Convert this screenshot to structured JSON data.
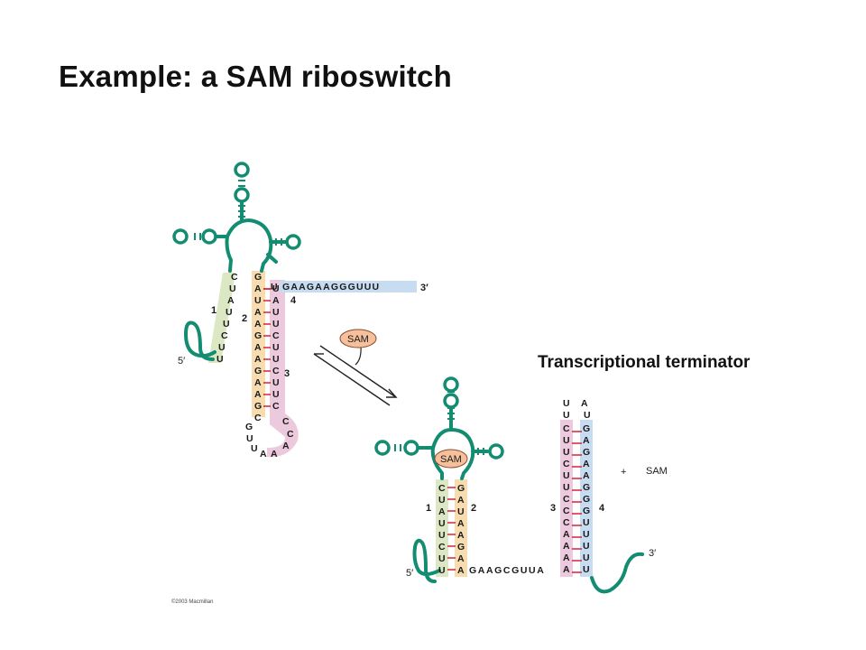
{
  "title": "Example: a SAM riboswitch",
  "terminator_label": "Transcriptional terminator",
  "copyright": "©2003 Macmillan",
  "sam_label": "SAM",
  "plus_sam": "SAM",
  "plus_sign": "+",
  "colors": {
    "backbone": "#138c72",
    "helix1": "#dbe8c3",
    "helix2": "#f7dcb0",
    "helix3": "#ecc9dc",
    "helix4": "#c7dcf1",
    "base_pair": "#d0152b",
    "sam_badge": "#f6c09d"
  },
  "top_structure": {
    "five_prime": "5′",
    "three_prime": "3′",
    "helix1_label": "1",
    "helix2_label": "2",
    "helix3_label": "3",
    "helix4_label": "4",
    "helix1_bases": [
      "C",
      "U",
      "A",
      "U",
      "U",
      "C",
      "U",
      "U"
    ],
    "helix2_bases": [
      "G",
      "A",
      "U",
      "A",
      "A",
      "G",
      "A",
      "A",
      "G",
      "A",
      "A",
      "G",
      "C",
      "G",
      "U",
      "U"
    ],
    "helix3_bases": [
      "U",
      "A",
      "U",
      "U",
      "C",
      "U",
      "U",
      "C",
      "U",
      "U",
      "C",
      "C",
      "C",
      "A"
    ],
    "loop_bases": [
      "A",
      "A"
    ],
    "helix4_seq": "GAAGAAGGGUUU"
  },
  "bottom_structure": {
    "five_prime": "5′",
    "three_prime": "3′",
    "helix1_label": "1",
    "helix2_label": "2",
    "helix3_label": "3",
    "helix4_label": "4",
    "helix1_bases": [
      "C",
      "U",
      "A",
      "U",
      "U",
      "C",
      "U",
      "U"
    ],
    "helix2_bases": [
      "G",
      "A",
      "U",
      "A",
      "A",
      "G",
      "A",
      "A"
    ],
    "linker_seq": "GAAGCGUUA",
    "helix3_bases": [
      "C",
      "U",
      "U",
      "C",
      "U",
      "U",
      "C",
      "C",
      "C",
      "A",
      "A"
    ],
    "helix4_bases": [
      "G",
      "A",
      "G",
      "A",
      "A",
      "G",
      "G",
      "G",
      "U",
      "U",
      "U"
    ],
    "terminator_loop": [
      "U",
      "U",
      "A",
      "U"
    ]
  }
}
